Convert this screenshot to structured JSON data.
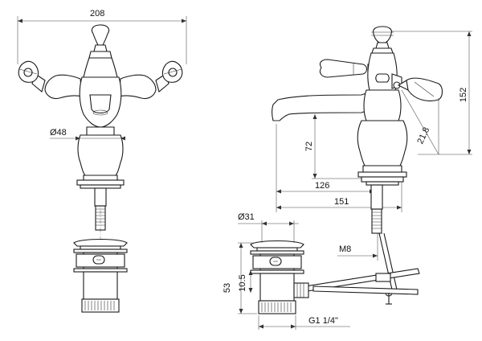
{
  "dimensions": {
    "overall_width": "208",
    "base_diameter": "Ø48",
    "overall_height": "152",
    "handle_angle": "21,8",
    "spout_height": "72",
    "spout_projection_short": "126",
    "spout_projection_long": "151",
    "waste_diameter": "Ø31",
    "waste_height": "53",
    "flange_height": "10.5",
    "pop_up_rod_thread": "M8",
    "waste_thread": "G1 1/4\""
  },
  "colors": {
    "line": "#1a1a1a",
    "background": "#ffffff"
  }
}
